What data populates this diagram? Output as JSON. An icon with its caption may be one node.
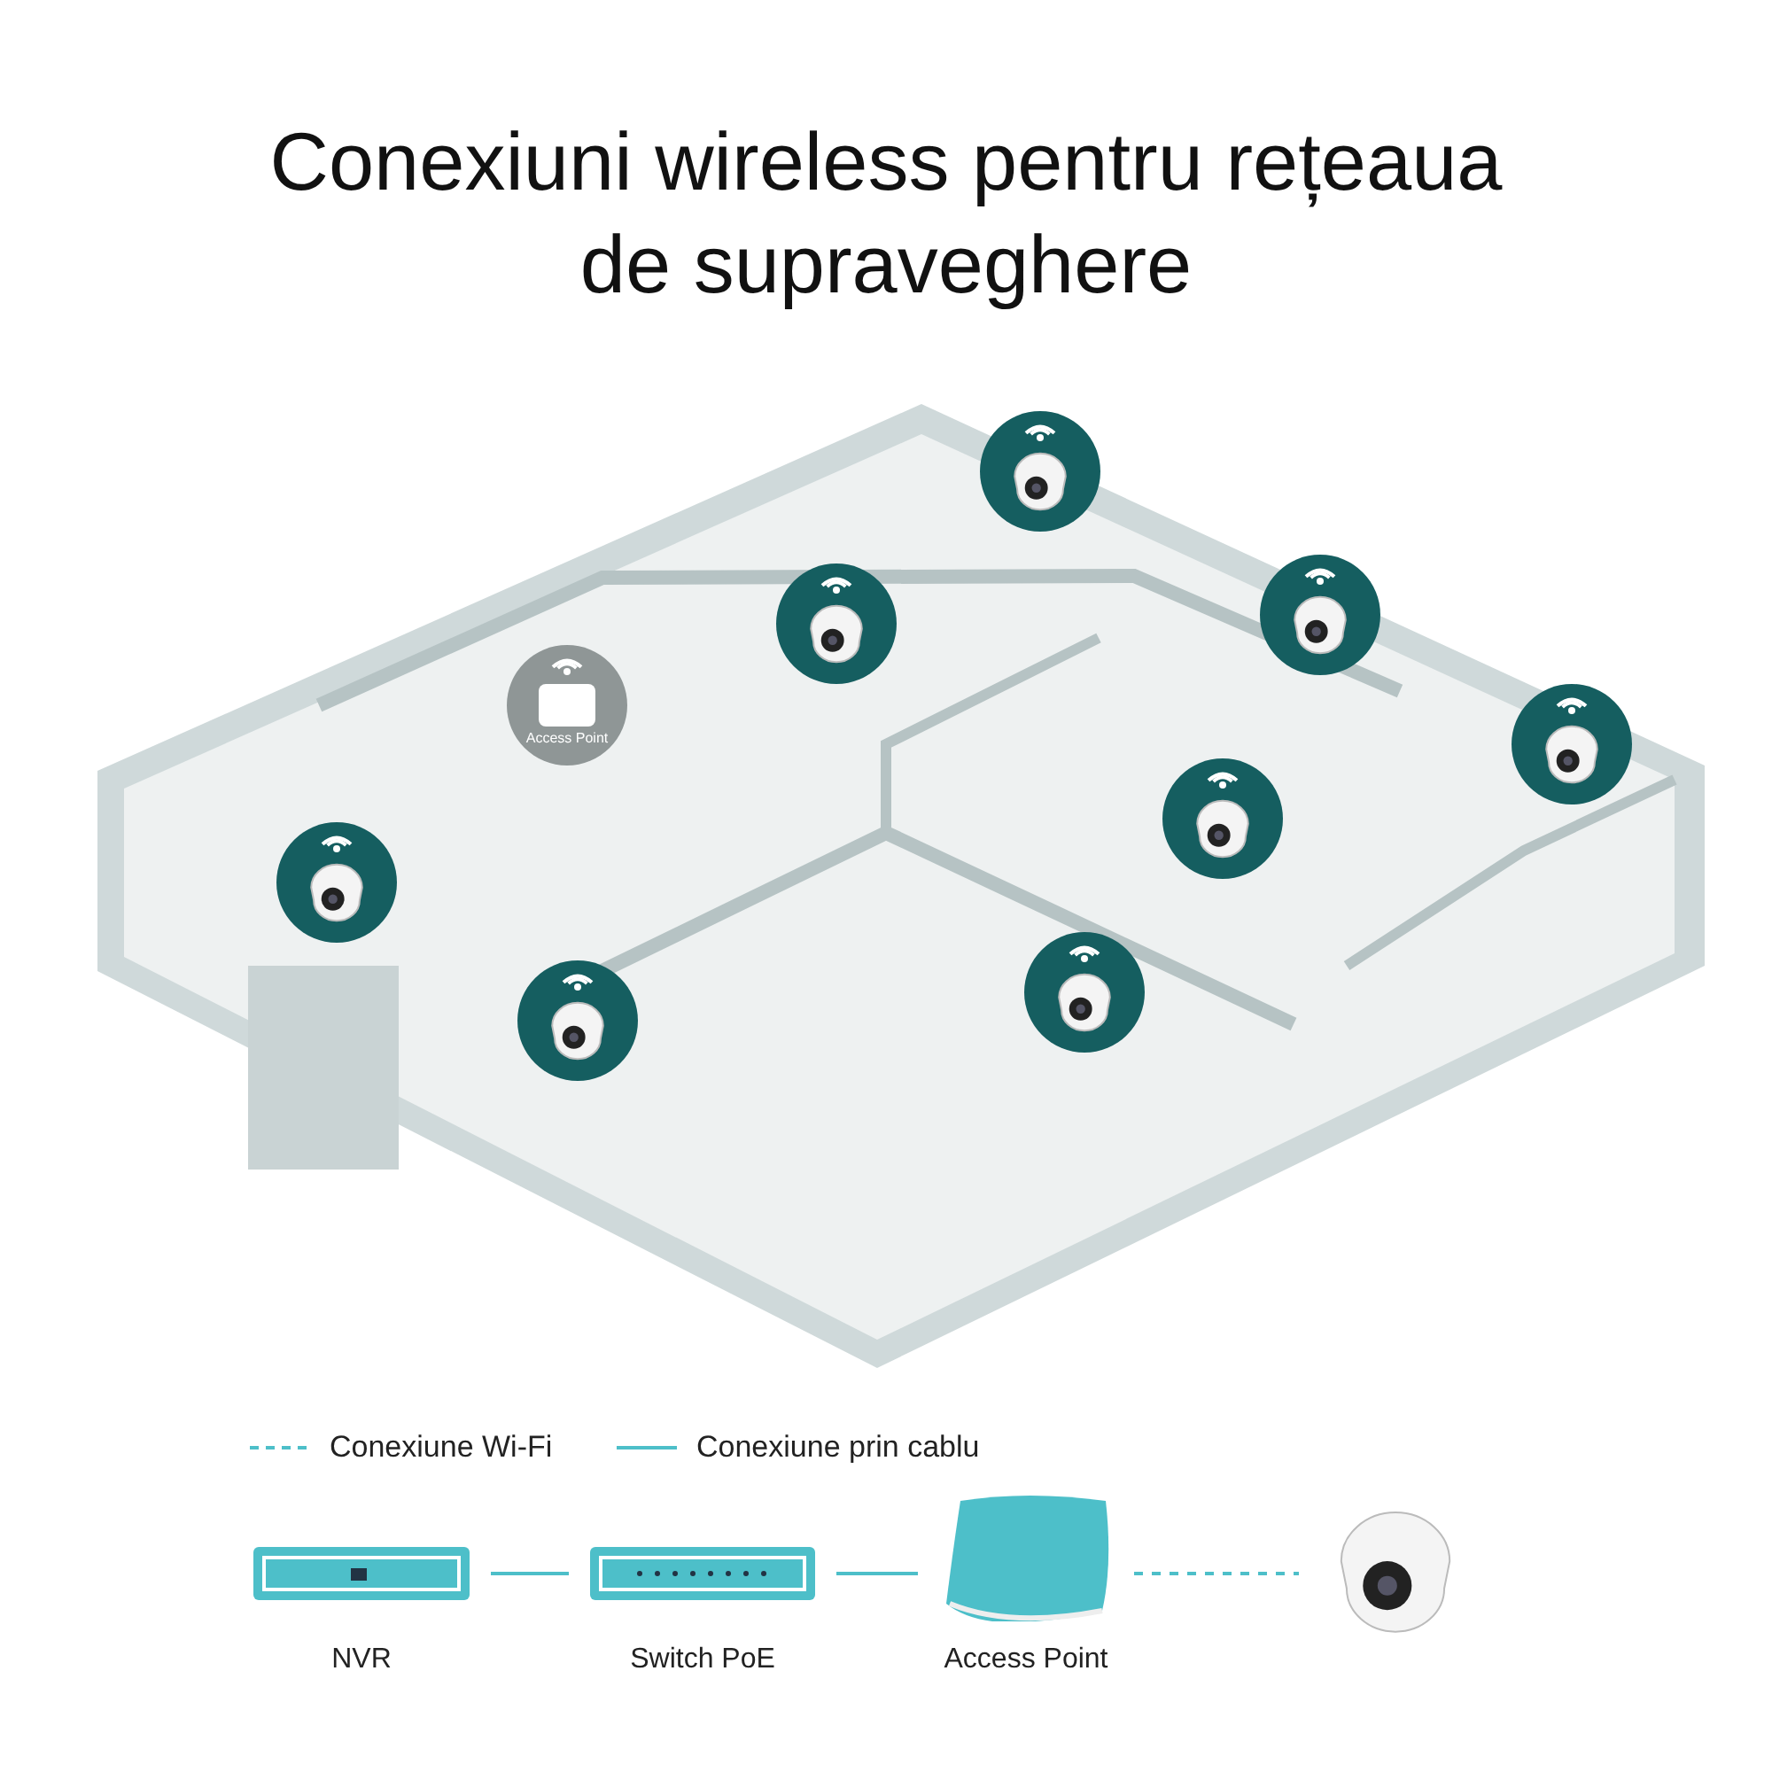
{
  "diagram": {
    "title": "Conexiuni wireless pentru rețeaua de supraveghere",
    "nodes": [
      {
        "text": [],
        "shape": "circle"
      },
      {
        "text": [],
        "shape": "circle"
      },
      {
        "text": [],
        "shape": "circle"
      },
      {
        "text": [
          "Access Point"
        ]
      },
      {
        "text": [],
        "shape": "circle"
      },
      {
        "text": [],
        "shape": "circle"
      },
      {
        "text": [],
        "shape": "circle"
      },
      {
        "text": [],
        "shape": "circle"
      },
      {
        "text": [],
        "shape": "circle"
      },
      {
        "text": [
          "NVR"
        ]
      },
      {
        "text": [
          "Switch PoE"
        ]
      },
      {
        "text": [
          "Access Point"
        ]
      },
      {
        "text": [],
        "shape": "picture"
      }
    ],
    "edges": [
      {
        "from": 9,
        "to": 10,
        "arrow": "none"
      },
      {
        "from": 10,
        "to": 11,
        "arrow": "none"
      },
      {
        "from": 11,
        "to": 12,
        "arrow": "none",
        "style": "dashed"
      }
    ],
    "legend": [
      {
        "text": "Conexiune Wi-Fi"
      },
      {
        "text": "Conexiune prin cablu"
      }
    ]
  }
}
